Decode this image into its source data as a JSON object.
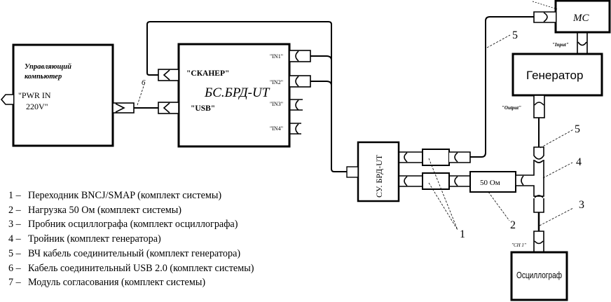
{
  "blocks": {
    "computer": {
      "title": "Управляющий компьютер",
      "title_line1": "Управляющий",
      "title_line2": "компьютер",
      "port_line1": "\"PWR IN",
      "port_line2": "220V\""
    },
    "bs": {
      "title": "БС.БРД-UT",
      "port_scanner": "\"СКАНЕР\"",
      "port_usb": "\"USB\"",
      "port_in1": "\"IN1\"",
      "port_in2": "\"IN2\"",
      "port_in3": "\"IN3\"",
      "port_in4": "\"IN4\""
    },
    "su": {
      "title": "СУ. БРД-UT"
    },
    "mc": {
      "title": "МС",
      "port_input": "\"Input\""
    },
    "generator": {
      "title": "Генератор",
      "port_output": "\"Output\""
    },
    "load": {
      "title": "50 Ом"
    },
    "oscilloscope": {
      "title": "Осциллограф",
      "port_ch1": "\"CH 1\""
    }
  },
  "callouts": {
    "c1": "1",
    "c2": "2",
    "c3": "3",
    "c4": "4",
    "c5a": "5",
    "c5b": "5",
    "c6": "6"
  },
  "legend": [
    {
      "num": "1 –",
      "text": "Переходник BNCJ/SMAP (комплект системы)"
    },
    {
      "num": "2 –",
      "text": "Нагрузка 50 Ом (комплект системы)"
    },
    {
      "num": "3 –",
      "text": "Пробник осциллографа (комплект осциллографа)"
    },
    {
      "num": "4 –",
      "text": "Тройник (комплект генератора)"
    },
    {
      "num": "5 –",
      "text": "ВЧ кабель соединительный (комплект генератора)"
    },
    {
      "num": "6 –",
      "text": "Кабель соединительный USB 2.0 (комплект системы)"
    },
    {
      "num": "7 –",
      "text": "Модуль согласования (комплект системы)"
    }
  ]
}
